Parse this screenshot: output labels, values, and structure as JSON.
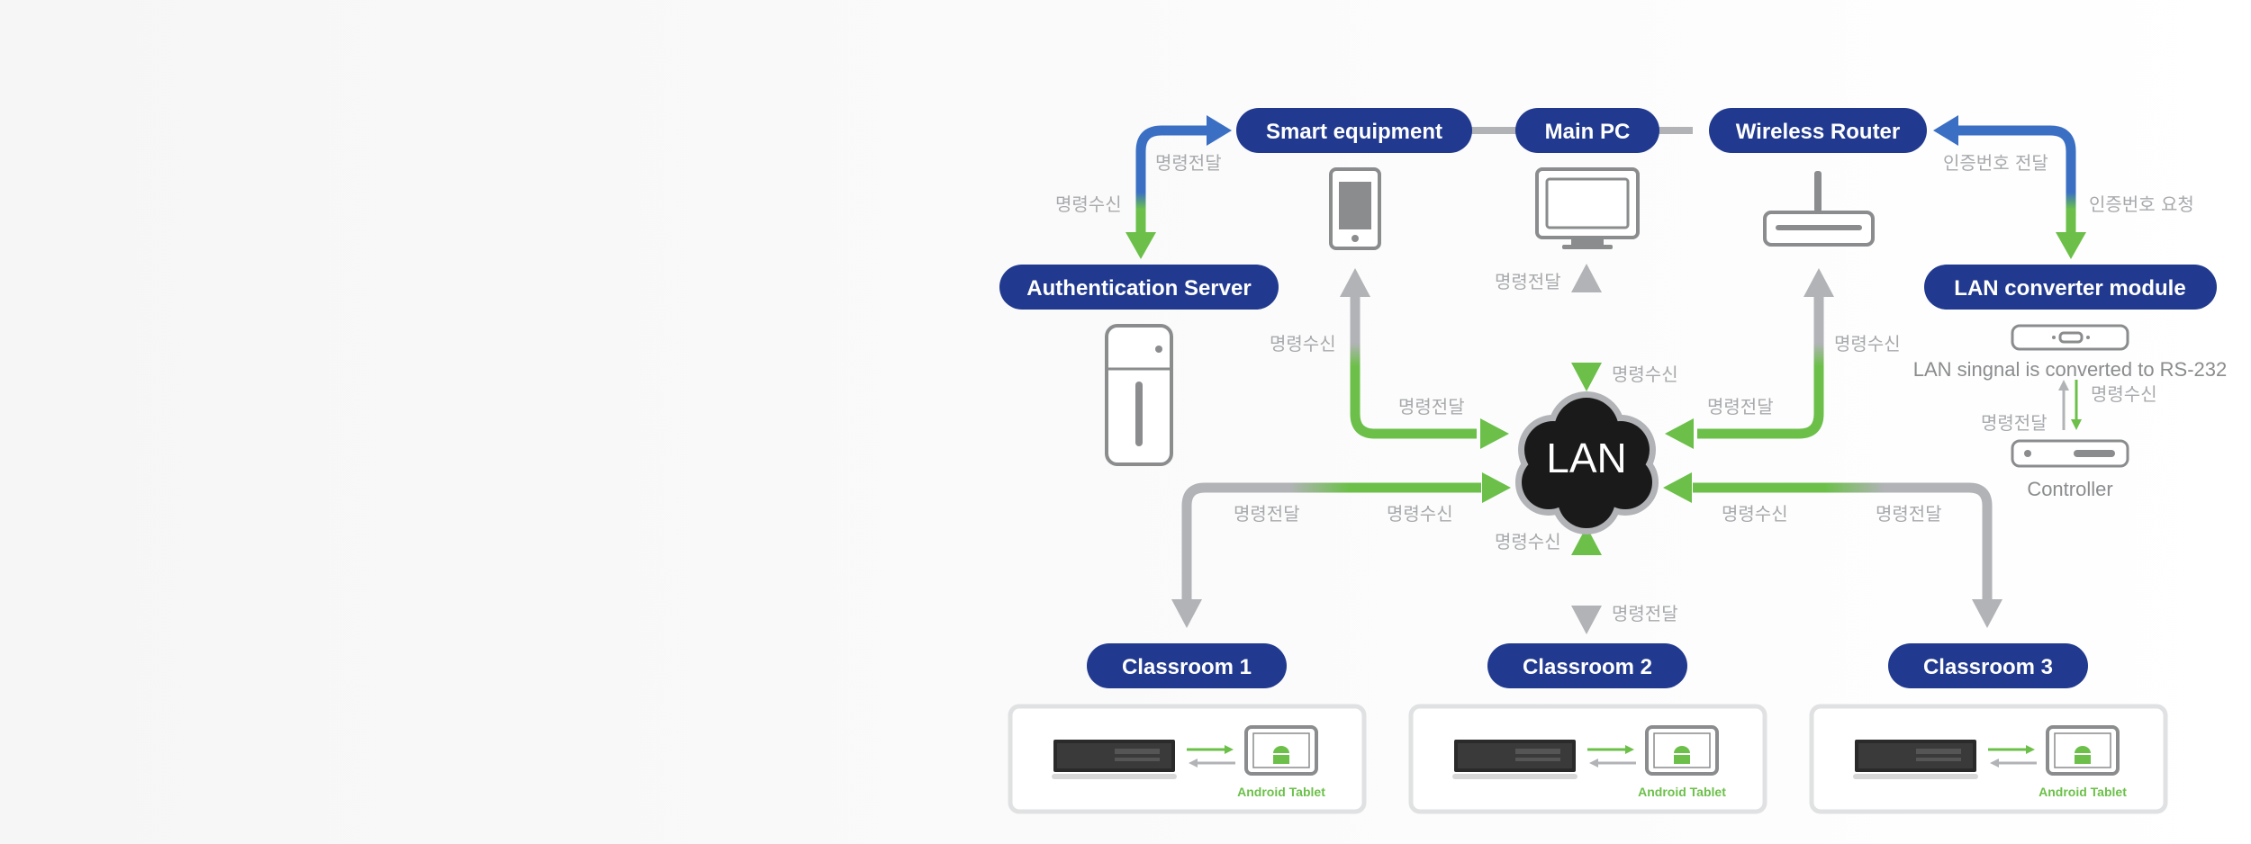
{
  "nodes": {
    "smart_equipment": "Smart equipment",
    "main_pc": "Main PC",
    "wireless_router": "Wireless Router",
    "auth_server": "Authentication Server",
    "lan_converter": "LAN converter module",
    "lan": "LAN",
    "classroom1": "Classroom 1",
    "classroom2": "Classroom 2",
    "classroom3": "Classroom 3"
  },
  "notes": {
    "converter_note": "LAN singnal is converted to RS-232",
    "controller": "Controller",
    "android_tablet": "Android Tablet"
  },
  "labels": {
    "auth_send": "명령전달",
    "auth_recv": "명령수신",
    "router_auth_send": "인증번호 전달",
    "router_auth_req": "인증번호 요청",
    "smart_recv": "명령수신",
    "smart_send": "명령전달",
    "pc_send": "명령전달",
    "pc_recv": "명령수신",
    "router_recv": "명령수신",
    "router_send": "명령전달",
    "conv_recv": "명령수신",
    "conv_send": "명령전달",
    "c1_send": "명령전달",
    "c1_recv": "명령수신",
    "c2_recv": "명령수신",
    "c2_send": "명령전달",
    "c3_recv": "명령수신",
    "c3_send": "명령전달"
  },
  "colors": {
    "pill": "#213a8f",
    "gray": "#b1b3b6",
    "green": "#6cc04a",
    "blue": "#3a6fc4",
    "cloud": "#1a1a1a"
  }
}
